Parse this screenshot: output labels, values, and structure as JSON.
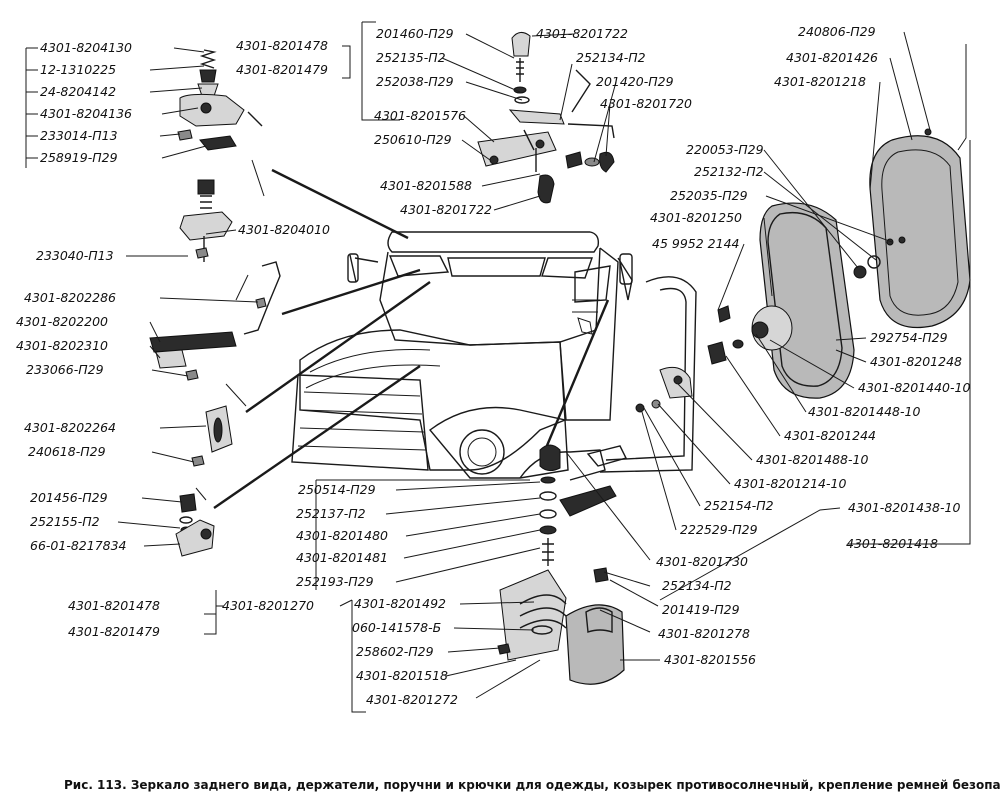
{
  "caption": "Рис. 113. Зеркало заднего вида, держатели, поручни и крючки для одежды, козырек противосолнечный, крепление ремней безопасности",
  "labels": {
    "l01": "4301-8204130",
    "l02": "12-1310225",
    "l03": "24-8204142",
    "l04": "4301-8204136",
    "l05": "233014-П13",
    "l06": "258919-П29",
    "l07": "4301-8201478",
    "l08": "4301-8201479",
    "l09": "201460-П29",
    "l10": "4301-8201722",
    "l11": "252135-П2",
    "l12": "252134-П2",
    "l13": "252038-П29",
    "l14": "201420-П29",
    "l15": "4301-8201720",
    "l16": "4301-8201576",
    "l17": "250610-П29",
    "l18": "4301-8201588",
    "l19": "4301-8201722",
    "l20": "240806-П29",
    "l21": "4301-8201426",
    "l22": "4301-8201218",
    "l23": "220053-П29",
    "l24": "252132-П2",
    "l25": "252035-П29",
    "l26": "4301-8201250",
    "l27": "45 9952  2144",
    "l28": "4301-8204010",
    "l29": "233040-П13",
    "l30": "4301-8202286",
    "l31": "4301-8202200",
    "l32": "4301-8202310",
    "l33": "233066-П29",
    "l34": "292754-П29",
    "l35": "4301-8201248",
    "l36": "4301-8201440-10",
    "l37": "4301-8201448-10",
    "l38": "4301-8202264",
    "l39": "240618-П29",
    "l40": "4301-8201244",
    "l41": "4301-8201488-10",
    "l42": "4301-8201214-10",
    "l43": "201456-П29",
    "l44": "250514-П29",
    "l45": "252154-П2",
    "l46": "252155-П2",
    "l47": "252137-П2",
    "l48": "4301-8201438-10",
    "l49": "66-01-8217834",
    "l50": "4301-8201480",
    "l51": "222529-П29",
    "l52": "4301-8201481",
    "l53": "4301-8201418",
    "l54": "252193-П29",
    "l55": "4301-8201730",
    "l56": "4301-8201478",
    "l57": "4301-8201270",
    "l58": "4301-8201492",
    "l59": "252134-П2",
    "l60": "201419-П29",
    "l61": "4301-8201479",
    "l62": "060-141578-Б",
    "l63": "4301-8201278",
    "l64": "258602-П29",
    "l65": "4301-8201556",
    "l66": "4301-8201518",
    "l67": "4301-8201272"
  }
}
